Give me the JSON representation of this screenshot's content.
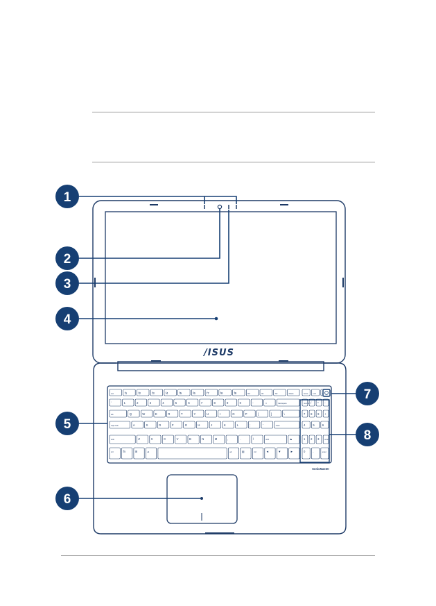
{
  "brand_logo": "/ISUS",
  "keyboard_model_label": "SonicMaster",
  "callouts": [
    "1",
    "2",
    "3",
    "4",
    "5",
    "6",
    "7",
    "8"
  ],
  "colors": {
    "callout_fill": "#163F73",
    "callout_text": "#FFFFFF",
    "outline": "#1D3A66",
    "leader_line": "#163F73",
    "rule": "#9A9A9A"
  },
  "keyboard": {
    "function_row": [
      "esc",
      "f1",
      "f2",
      "f3",
      "f4",
      "f5",
      "f6",
      "f7",
      "f8",
      "f9",
      "f10",
      "f11",
      "f12",
      "delete",
      "home",
      "end",
      "pg up"
    ],
    "number_row": [
      "`",
      "1",
      "2",
      "3",
      "4",
      "5",
      "6",
      "7",
      "8",
      "9",
      "0",
      "-",
      "=",
      "backspace",
      "num lk",
      "/",
      "*",
      "-"
    ],
    "top_row": [
      "tab",
      "Q",
      "W",
      "E",
      "R",
      "T",
      "Y",
      "U",
      "I",
      "O",
      "P",
      "[",
      "]",
      "\\",
      "7",
      "8",
      "9",
      "+"
    ],
    "home_row": [
      "caps lock",
      "A",
      "S",
      "D",
      "F",
      "G",
      "H",
      "J",
      "K",
      "L",
      ";",
      "'",
      "enter",
      "4",
      "5",
      "6"
    ],
    "bottom_row": [
      "shift",
      "Z",
      "X",
      "C",
      "V",
      "B",
      "N",
      "M",
      ",",
      ".",
      "/",
      "shift",
      "▲",
      "1",
      "2",
      "3",
      "enter"
    ],
    "space_row": [
      "ctrl",
      "fn",
      "⊞",
      "alt",
      "",
      "alt",
      "▤",
      "ctrl",
      "◄",
      "▼",
      "►",
      "0",
      ".",
      "enter"
    ]
  }
}
